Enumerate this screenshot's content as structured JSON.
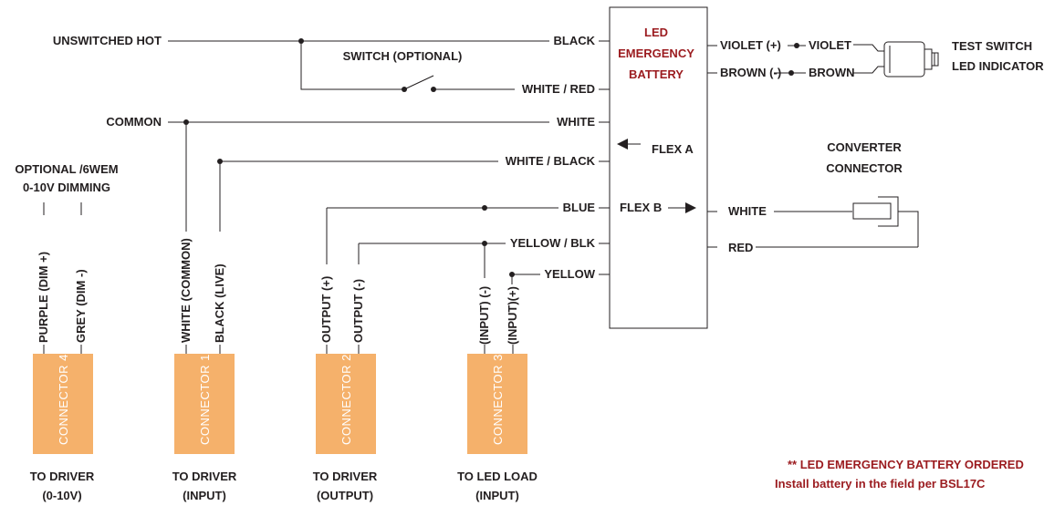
{
  "colors": {
    "accent": "#9b1b1f",
    "connector_fill": "#f5b16b",
    "line": "#231f20"
  },
  "battery": {
    "line1": "LED",
    "line2": "EMERGENCY",
    "line3": "BATTERY",
    "flex_a": "FLEX A",
    "flex_b": "FLEX B"
  },
  "left_pins": {
    "black": "BLACK",
    "white_red": "WHITE / RED",
    "white": "WHITE",
    "white_black": "WHITE / BLACK",
    "blue": "BLUE",
    "yellow_blk": "YELLOW / BLK",
    "yellow": "YELLOW"
  },
  "right_pins": {
    "violet": "VIOLET (+)",
    "brown": "BROWN (-)",
    "white": "WHITE",
    "red": "RED"
  },
  "test_switch": {
    "violet": "VIOLET",
    "brown": "BROWN",
    "title_line1": "TEST SWITCH",
    "title_line2": "LED INDICATOR"
  },
  "converter": {
    "line1": "CONVERTER",
    "line2": "CONNECTOR"
  },
  "inputs": {
    "unswitched_hot": "UNSWITCHED HOT",
    "switch": "SWITCH (OPTIONAL)",
    "common": "COMMON"
  },
  "dimming": {
    "line1": "OPTIONAL /6WEM",
    "line2": "0-10V DIMMING"
  },
  "connectors": [
    {
      "name": "CONNECTOR 4",
      "wire_a": "PURPLE (DIM +)",
      "wire_b": "GREY (DIM -)",
      "caption_line1": "TO DRIVER",
      "caption_line2": "(0-10V)"
    },
    {
      "name": "CONNECTOR 1",
      "wire_a": "WHITE (COMMON)",
      "wire_b": "BLACK (LIVE)",
      "caption_line1": "TO DRIVER",
      "caption_line2": "(INPUT)"
    },
    {
      "name": "CONNECTOR 2",
      "wire_a": "OUTPUT (+)",
      "wire_b": "OUTPUT (-)",
      "caption_line1": "TO DRIVER",
      "caption_line2": "(OUTPUT)"
    },
    {
      "name": "CONNECTOR 3",
      "wire_a": "(INPUT) (-)",
      "wire_b": "(INPUT)(+)",
      "caption_line1": "TO LED LOAD",
      "caption_line2": "(INPUT)"
    }
  ],
  "note": {
    "line1": "** LED EMERGENCY BATTERY ORDERED",
    "line2": "Install battery in the field per BSL17C"
  }
}
